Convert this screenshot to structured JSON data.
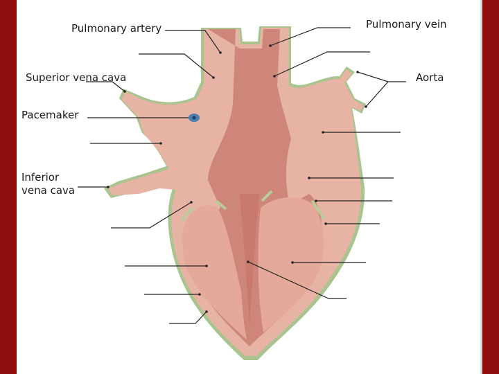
{
  "colors": {
    "frame": "#8e0d0d",
    "heart_outer": "#e8b6a8",
    "heart_inner": "#cc8578",
    "heart_rim": "#9fbf8a",
    "leader_line": "#222222",
    "pacemaker": "#4a7fb0"
  },
  "labels": {
    "pulmonary_artery": "Pulmonary artery",
    "pulmonary_vein": "Pulmonary vein",
    "superior_vena_cava": "Superior vena cava",
    "aorta": "Aorta",
    "pacemaker": "Pacemaker",
    "inferior_vena_cava": "Inferior\nvena cava"
  }
}
